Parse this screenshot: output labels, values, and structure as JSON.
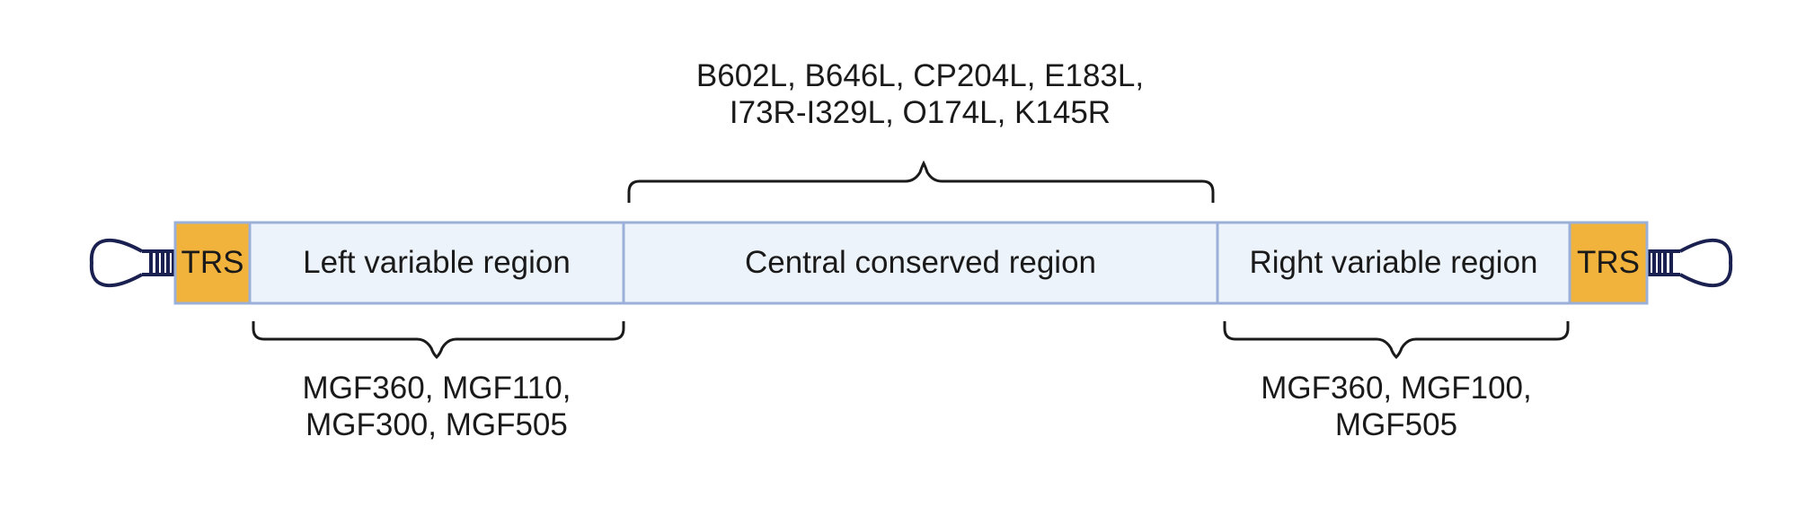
{
  "genome": {
    "segments": [
      {
        "label": "TRS",
        "kind": "terminal"
      },
      {
        "label": "Left variable region",
        "kind": "variable"
      },
      {
        "label": "Central conserved region",
        "kind": "conserved"
      },
      {
        "label": "Right variable region",
        "kind": "variable"
      },
      {
        "label": "TRS",
        "kind": "terminal"
      }
    ],
    "hairpins": [
      "left",
      "right"
    ]
  },
  "gene_groups": {
    "central": [
      "B602L, B646L, CP204L, E183L,",
      "I73R-I329L, O174L, K145R"
    ],
    "left": [
      "MGF360, MGF110,",
      "MGF300, MGF505"
    ],
    "right": [
      "MGF360, MGF100,",
      "MGF505"
    ]
  },
  "colors": {
    "trs_fill": "#F2B33D",
    "region_fill": "#EDF3FB",
    "region_border": "#9BB0D8",
    "hairpin": "#1A2050",
    "brace": "#1a1a1a",
    "text": "#1a1a1a"
  }
}
